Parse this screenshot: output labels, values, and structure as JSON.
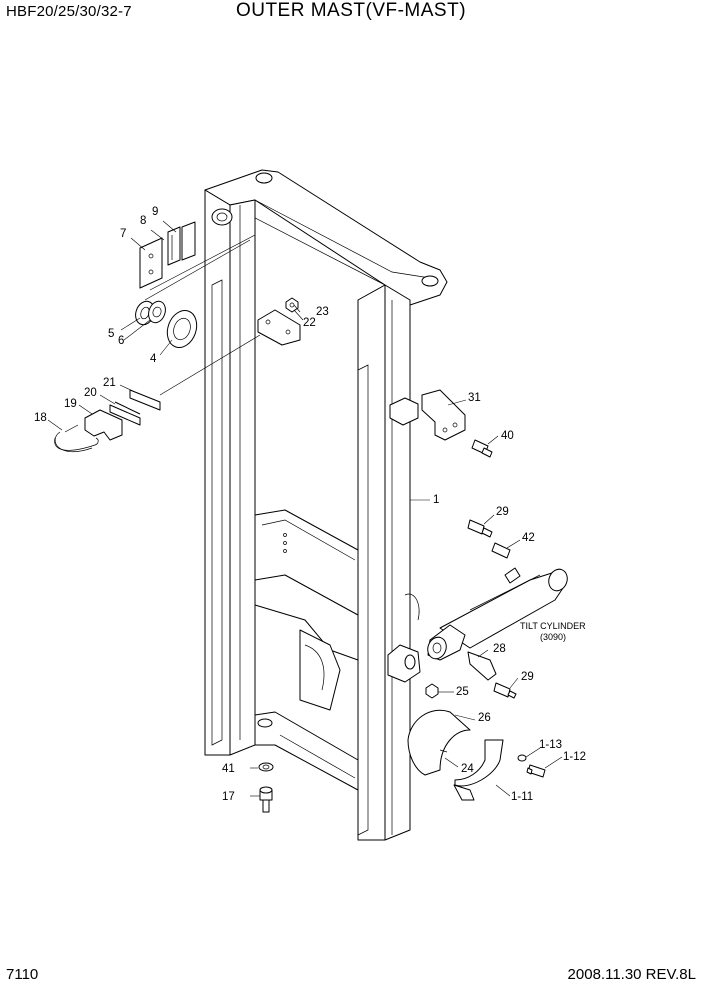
{
  "header": {
    "model": "HBF20/25/30/32-7",
    "title": "OUTER MAST(VF-MAST)"
  },
  "footer": {
    "page_number": "7110",
    "date_revision": "2008.11.30  REV.8L"
  },
  "callouts": {
    "c1": "1",
    "c4": "4",
    "c5": "5",
    "c6": "6",
    "c7": "7",
    "c8": "8",
    "c9": "9",
    "c17": "17",
    "c18": "18",
    "c19": "19",
    "c20": "20",
    "c21": "21",
    "c22": "22",
    "c23": "23",
    "c24": "24",
    "c25": "25",
    "c26": "26",
    "c28": "28",
    "c29a": "29",
    "c29b": "29",
    "c31": "31",
    "c40": "40",
    "c41": "41",
    "c42": "42",
    "c1_11": "1-11",
    "c1_12": "1-12",
    "c1_13": "1-13"
  },
  "notes": {
    "tilt_cylinder": "TILT CYLINDER",
    "tilt_cylinder_ref": "(3090)"
  }
}
